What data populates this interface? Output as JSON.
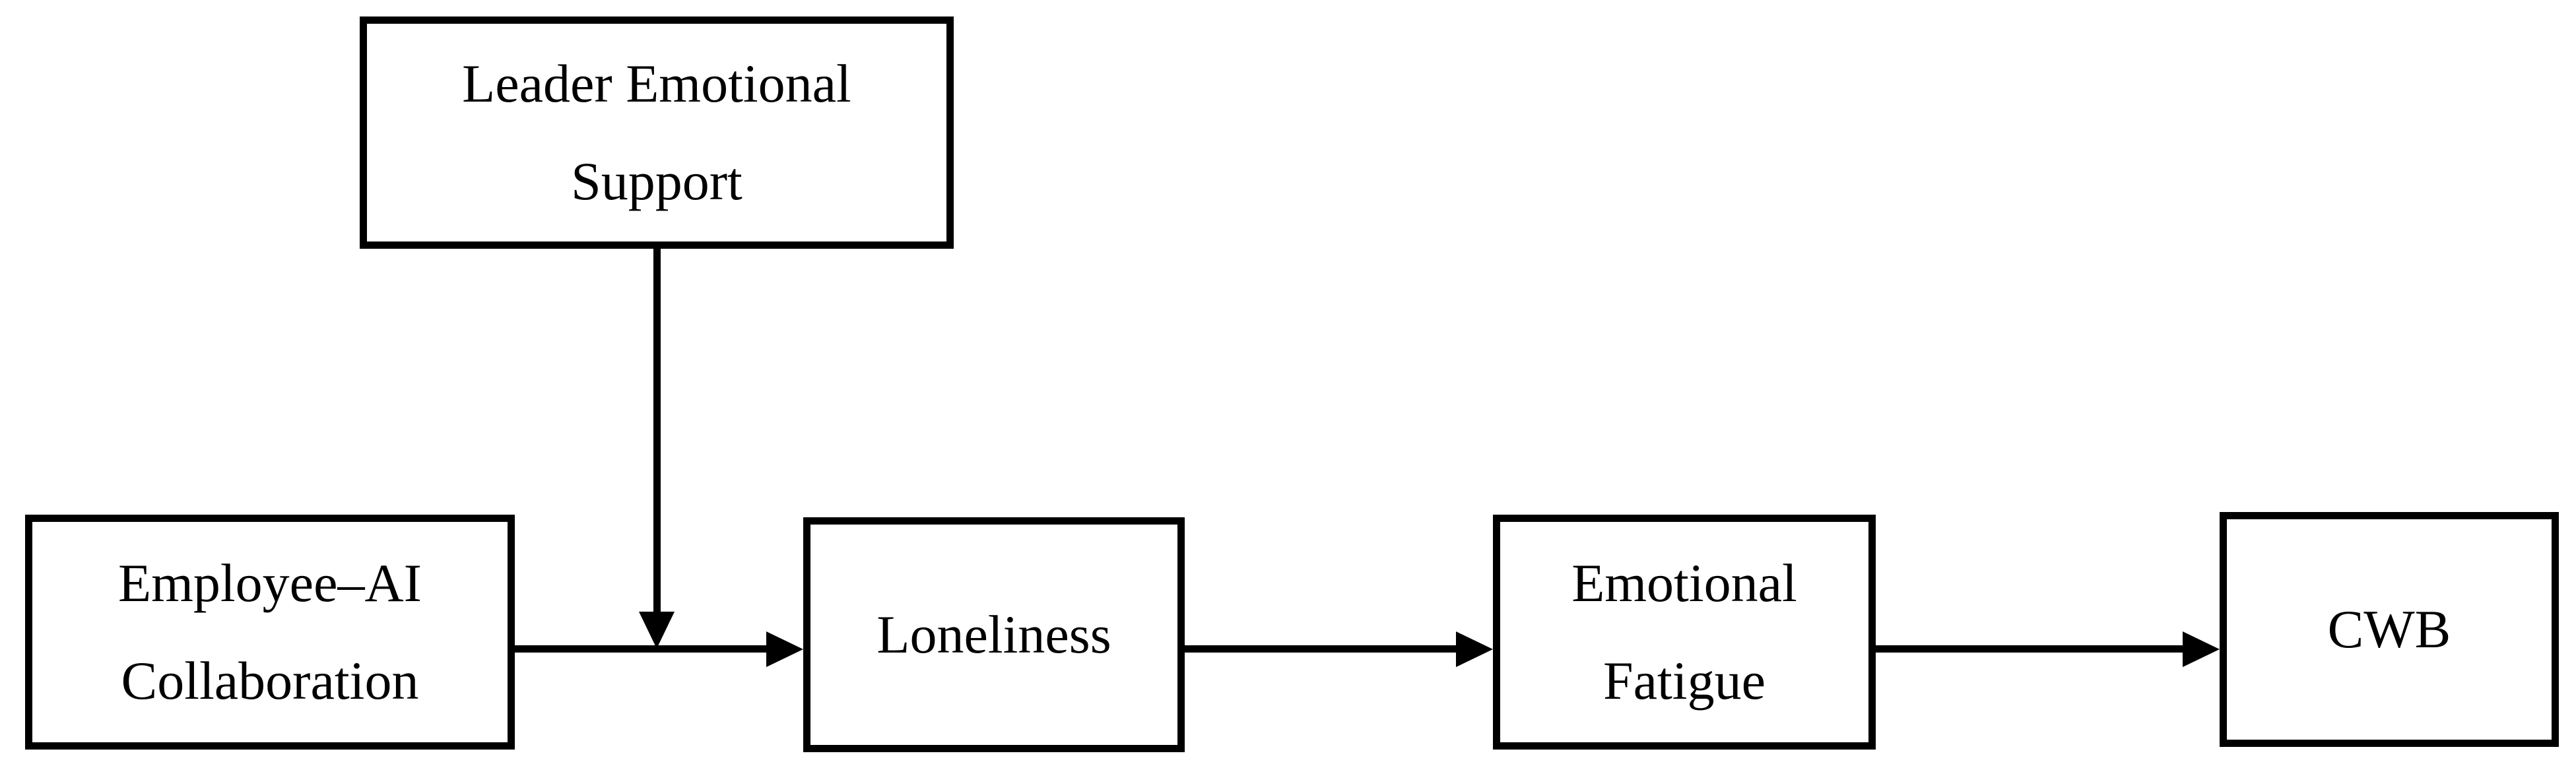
{
  "figure": {
    "type": "path-diagram",
    "background_color": "#ffffff",
    "stroke_color": "#000000",
    "nodes": {
      "leader_support": {
        "line1": "Leader Emotional",
        "line2": "Support"
      },
      "employee_ai": {
        "line1": "Employee–AI",
        "line2": "Collaboration"
      },
      "loneliness": {
        "line1": "Loneliness"
      },
      "emotional_fatigue": {
        "line1": "Emotional",
        "line2": "Fatigue"
      },
      "cwb": {
        "line1": "CWB"
      }
    },
    "edges": [
      {
        "from": "Employee–AI Collaboration",
        "to": "Loneliness",
        "style": "solid-arrow"
      },
      {
        "from": "Loneliness",
        "to": "Emotional Fatigue",
        "style": "solid-arrow"
      },
      {
        "from": "Emotional Fatigue",
        "to": "CWB",
        "style": "solid-arrow"
      },
      {
        "from": "Leader Emotional Support",
        "to": "path: Employee–AI Collaboration → Loneliness",
        "style": "solid-arrow",
        "role": "moderation"
      }
    ]
  }
}
